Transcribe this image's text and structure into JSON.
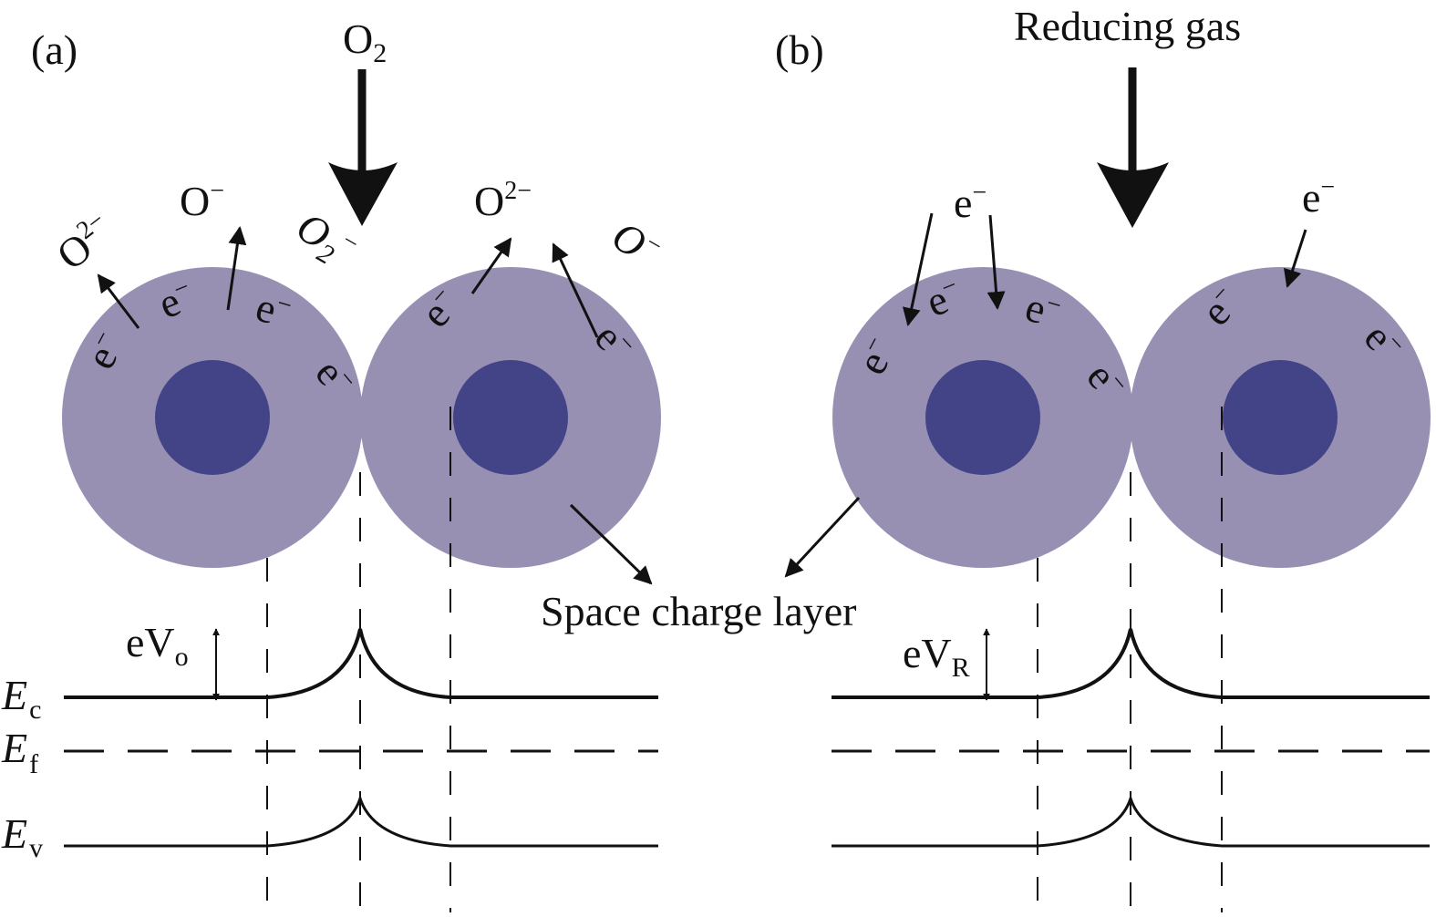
{
  "colors": {
    "shell": "#9790b3",
    "core": "#434387",
    "ink": "#111111"
  },
  "panel_a": {
    "label": "(a)",
    "gas": "O",
    "gas_sub": "2",
    "ions": {
      "o2minus_left": "O",
      "o2minus_left_sup": "2−",
      "ominus": "O",
      "ominus_sup": "−",
      "o2_ads": "O",
      "o2_ads_sub": "2",
      "o2_ads_sup": "−",
      "o2minus_right": "O",
      "o2minus_right_sup": "2−",
      "ominus_right": "O",
      "ominus_right_sup": "−"
    },
    "electron": "e",
    "electron_sup": "−",
    "barrier": "eV",
    "barrier_sub": "o"
  },
  "panel_b": {
    "label": "(b)",
    "gas": "Reducing gas",
    "electron": "e",
    "electron_sup": "−",
    "barrier": "eV",
    "barrier_sub": "R"
  },
  "shared": {
    "space_charge": "Space charge layer",
    "ec": "E",
    "ec_sub": "c",
    "ef": "E",
    "ef_sub": "f",
    "ev": "E",
    "ev_sub": "v"
  }
}
